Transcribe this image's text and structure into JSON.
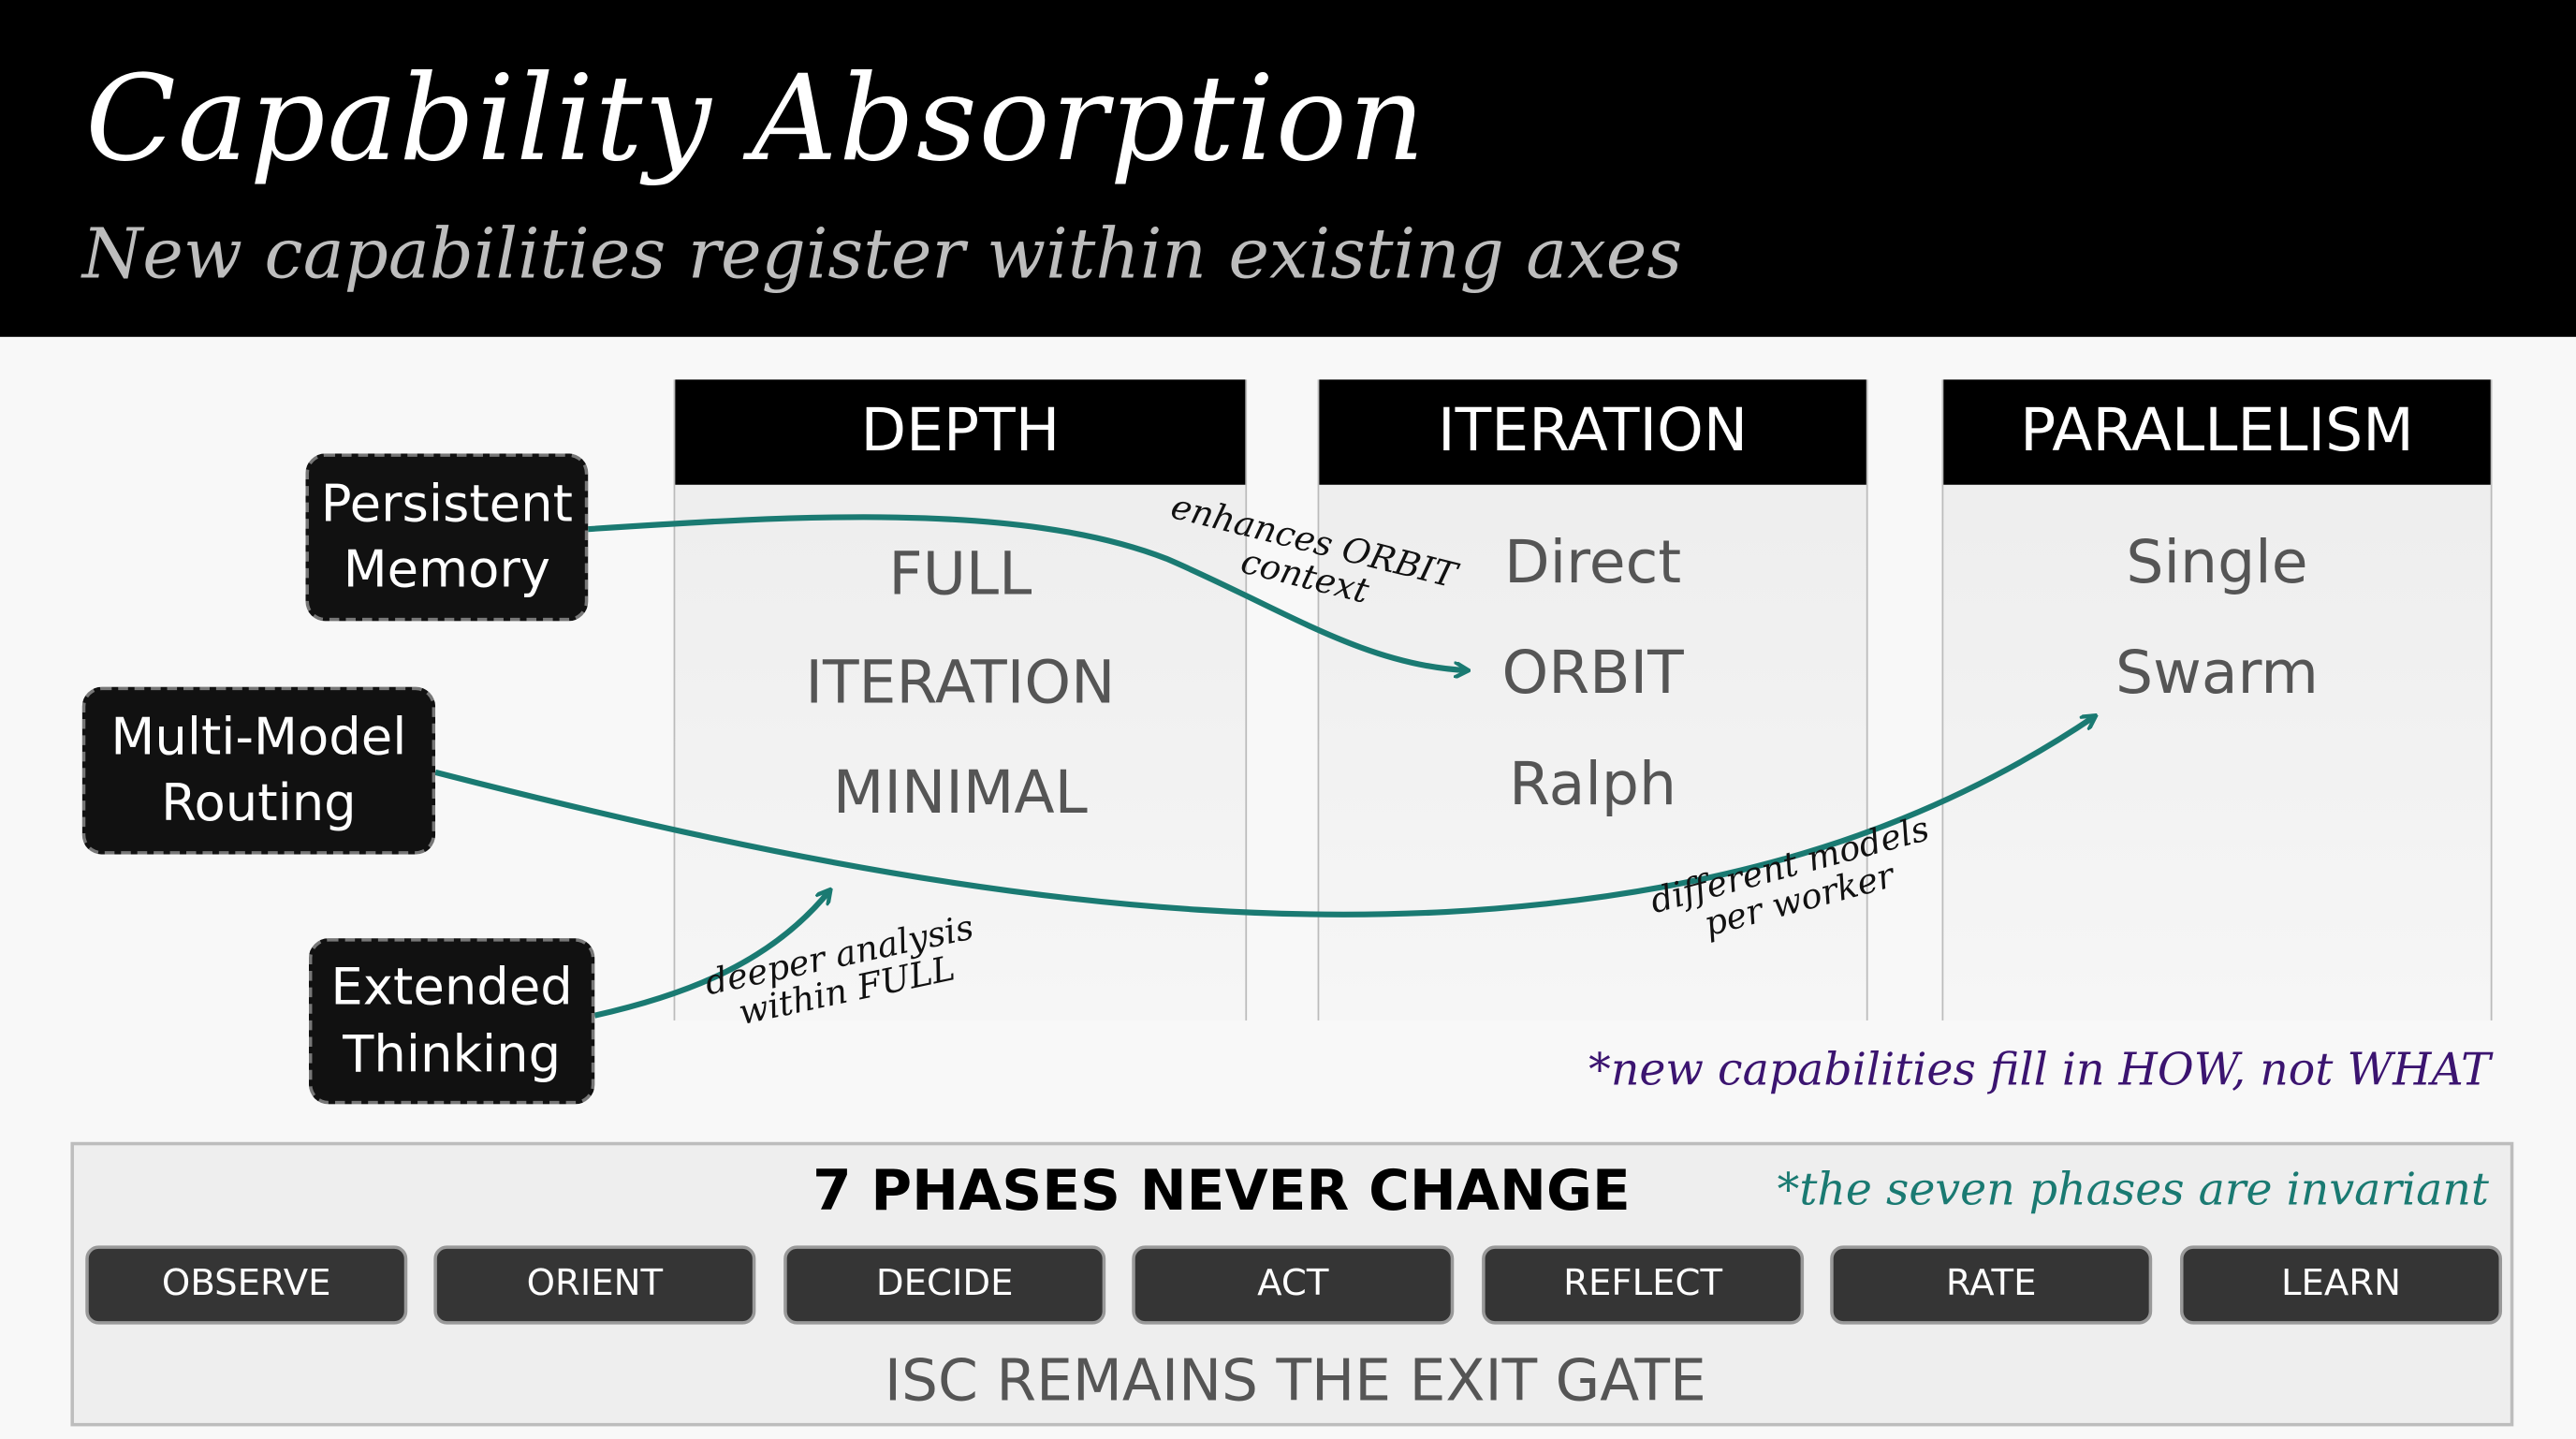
{
  "header": {
    "title": "Capability Absorption",
    "subtitle": "New capabilities register within existing axes"
  },
  "columns": [
    {
      "title": "DEPTH",
      "items": [
        "FULL",
        "ITERATION",
        "MINIMAL"
      ]
    },
    {
      "title": "ITERATION",
      "items": [
        "Direct",
        "ORBIT",
        "Ralph"
      ]
    },
    {
      "title": "PARALLELISM",
      "items": [
        "Single",
        "Swarm"
      ]
    }
  ],
  "capabilities": [
    {
      "line1": "Persistent",
      "line2": "Memory"
    },
    {
      "line1": "Multi-Model",
      "line2": "Routing"
    },
    {
      "line1": "Extended",
      "line2": "Thinking"
    }
  ],
  "arrow_labels": {
    "memory": {
      "line1": "enhances ORBIT",
      "line2": "context"
    },
    "thinking": {
      "line1": "deeper analysis",
      "line2": "within FULL"
    },
    "routing": {
      "line1": "different models",
      "line2": "per worker"
    }
  },
  "colors": {
    "arrow": "#1a7a72",
    "note_purple": "#3b1470"
  },
  "note_how": "*new capabilities fill in HOW, not WHAT",
  "bottom": {
    "title": "7 PHASES NEVER CHANGE",
    "note": "*the seven phases are invariant",
    "phases": [
      "OBSERVE",
      "ORIENT",
      "DECIDE",
      "ACT",
      "REFLECT",
      "RATE",
      "LEARN"
    ],
    "gate": "ISC REMAINS THE EXIT GATE"
  }
}
